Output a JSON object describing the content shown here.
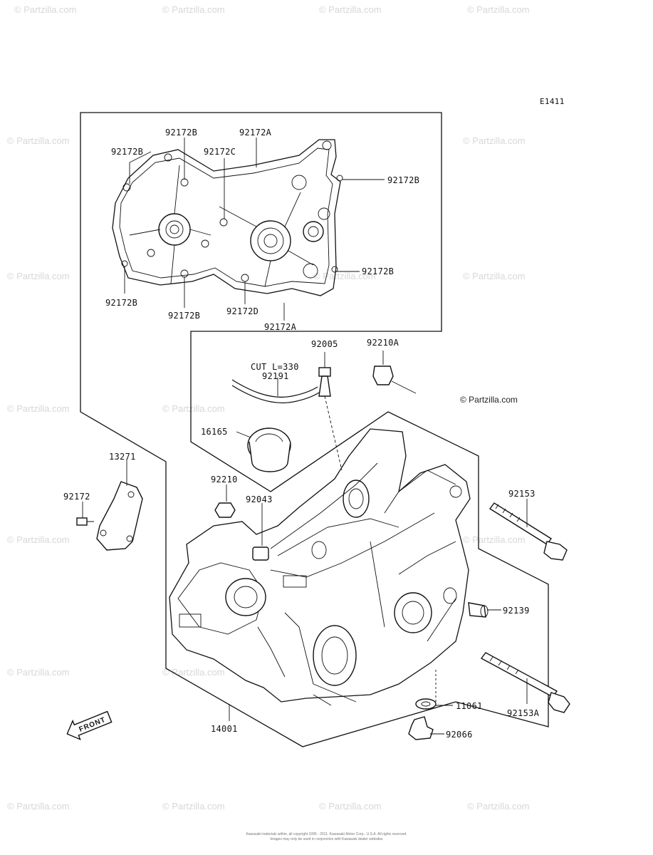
{
  "diagram_code": "E1411",
  "copyright_watermark": "© Partzilla.com",
  "watermark_text": "© Partzilla.com",
  "footer_lines": [
    "Kawasaki materials within, all copyright 1995 - 2011. Kawasaki Motor Corp., U.S.A. All rights reserved.",
    "Images may only be used in conjunction with Kawasaki dealer websites"
  ],
  "front_mark": "FRONT",
  "labels": {
    "p92172B_a": "92172B",
    "p92172A_a": "92172A",
    "p92172B_b": "92172B",
    "p92172C": "92172C",
    "p92172B_c": "92172B",
    "p92172B_d": "92172B",
    "p92172B_e": "92172B",
    "p92172B_f": "92172B",
    "p92172D": "92172D",
    "p92172A_b": "92172A",
    "p92005": "92005",
    "p92210A": "92210A",
    "cut": "CUT L=330",
    "p92191": "92191",
    "p16165": "16165",
    "p13271": "13271",
    "p92210": "92210",
    "p92043": "92043",
    "p92172": "92172",
    "p92153": "92153",
    "p92139": "92139",
    "p11061": "11061",
    "p92153A": "92153A",
    "p14001": "14001",
    "p92066": "92066"
  }
}
